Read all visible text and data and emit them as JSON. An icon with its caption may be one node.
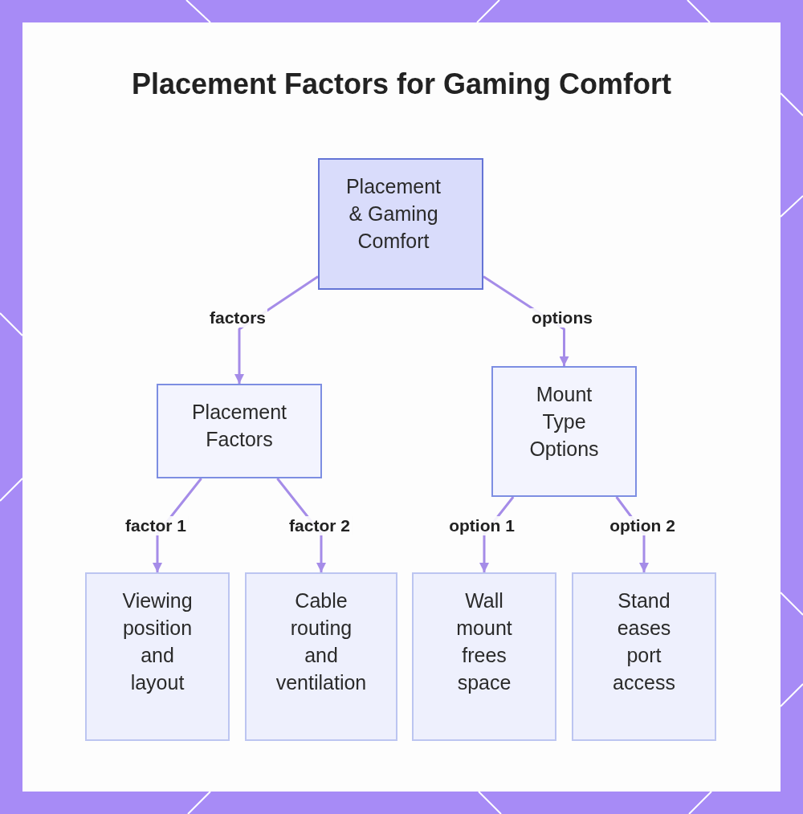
{
  "diagram": {
    "title": "Placement Factors for Gaming Comfort",
    "nodes": [
      {
        "text": [
          "Placement & Gaming Comfort"
        ]
      },
      {
        "text": [
          "Placement Factors"
        ]
      },
      {
        "text": [
          "Mount Type Options"
        ]
      },
      {
        "text": [
          "Viewing position and layout"
        ]
      },
      {
        "text": [
          "Cable routing and ventilation"
        ]
      },
      {
        "text": [
          "Wall mount frees space"
        ]
      },
      {
        "text": [
          "Stand eases port access"
        ]
      }
    ],
    "edges": [
      {
        "from": 0,
        "to": 1,
        "arrow": "to",
        "label": "factors"
      },
      {
        "from": 0,
        "to": 2,
        "arrow": "to",
        "label": "options"
      },
      {
        "from": 1,
        "to": 3,
        "arrow": "to",
        "label": "factor 1"
      },
      {
        "from": 1,
        "to": 4,
        "arrow": "to",
        "label": "factor 2"
      },
      {
        "from": 2,
        "to": 5,
        "arrow": "to",
        "label": "option 1"
      },
      {
        "from": 2,
        "to": 6,
        "arrow": "to",
        "label": "option 2"
      }
    ]
  }
}
